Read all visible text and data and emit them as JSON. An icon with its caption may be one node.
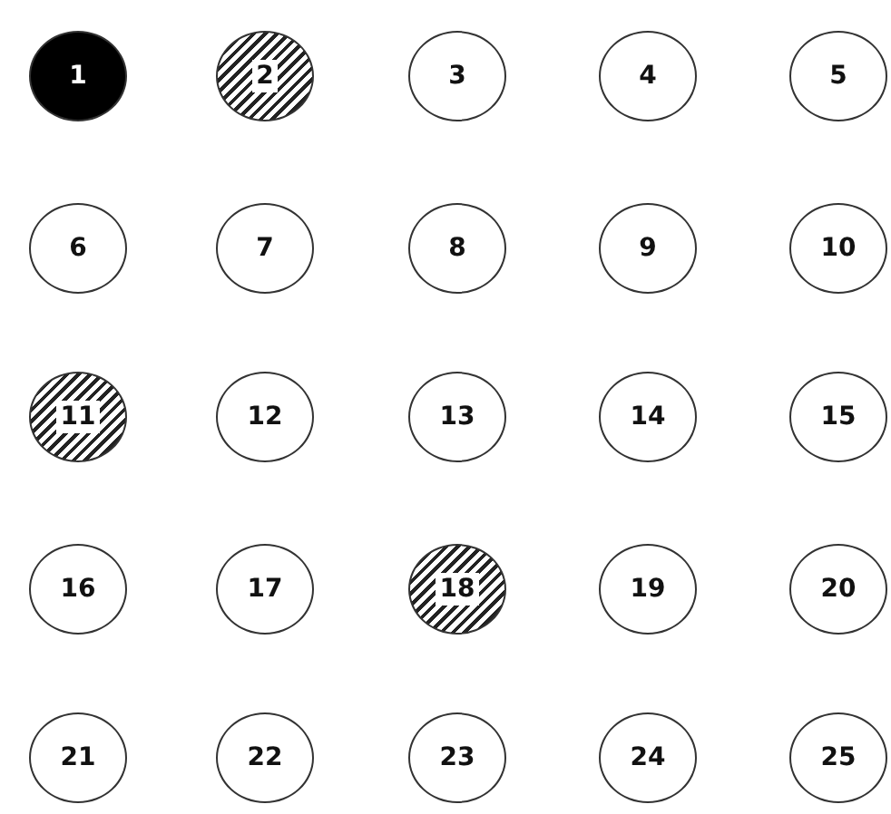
{
  "diagram": {
    "nodes": [
      {
        "text": [
          "1"
        ]
      },
      {
        "text": [
          "2"
        ]
      },
      {
        "text": [
          "3"
        ]
      },
      {
        "text": [
          "4"
        ]
      },
      {
        "text": [
          "5"
        ]
      },
      {
        "text": [
          "6"
        ]
      },
      {
        "text": [
          "7"
        ]
      },
      {
        "text": [
          "8"
        ]
      },
      {
        "text": [
          "9"
        ]
      },
      {
        "text": [
          "10"
        ]
      },
      {
        "text": [
          "11"
        ]
      },
      {
        "text": [
          "12"
        ]
      },
      {
        "text": [
          "13"
        ]
      },
      {
        "text": [
          "14"
        ]
      },
      {
        "text": [
          "15"
        ]
      },
      {
        "text": [
          "16"
        ]
      },
      {
        "text": [
          "17"
        ]
      },
      {
        "text": [
          "18"
        ]
      },
      {
        "text": [
          "19"
        ]
      },
      {
        "text": [
          "20"
        ]
      },
      {
        "text": [
          "21"
        ]
      },
      {
        "text": [
          "22"
        ]
      },
      {
        "text": [
          "23"
        ]
      },
      {
        "text": [
          "24"
        ]
      },
      {
        "text": [
          "25"
        ]
      }
    ]
  }
}
